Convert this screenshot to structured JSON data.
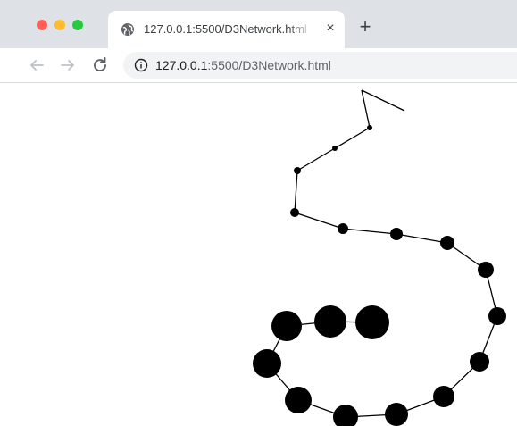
{
  "window": {
    "traffic_lights": {
      "close_color": "#ff5f57",
      "minimize_color": "#febc2e",
      "maximize_color": "#28c840"
    }
  },
  "tab": {
    "title": "127.0.0.1:5500/D3Network.html",
    "favicon": "globe-icon",
    "close_icon": "close-icon",
    "close_label": "×"
  },
  "new_tab": {
    "icon": "plus-icon",
    "label": "+"
  },
  "toolbar": {
    "back_icon": "back-arrow-icon",
    "forward_icon": "forward-arrow-icon",
    "reload_icon": "reload-icon",
    "info_icon": "info-icon",
    "url_host": "127.0.0.1",
    "url_rest": ":5500/D3Network.html"
  },
  "graph": {
    "node_color": "#000000",
    "link_color": "#000000"
  }
}
